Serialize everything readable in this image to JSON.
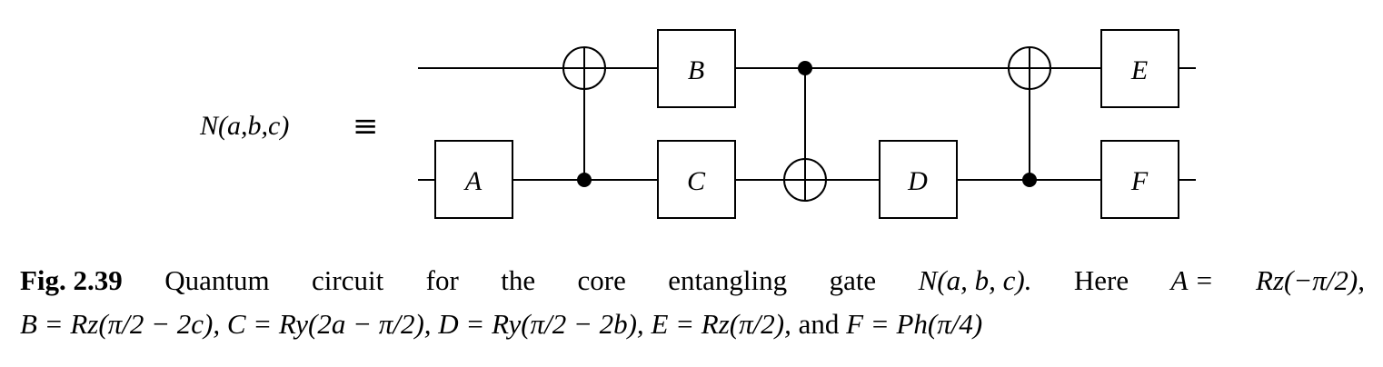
{
  "diagram": {
    "lhs_label": "N(a,b,c)",
    "equiv_symbol": "≡",
    "gates": {
      "A": "A",
      "B": "B",
      "C": "C",
      "D": "D",
      "E": "E",
      "F": "F"
    }
  },
  "caption": {
    "fig_label": "Fig. 2.39",
    "line1_words": [
      "Quantum",
      "circuit",
      "for",
      "the",
      "core",
      "entangling",
      "gate"
    ],
    "gate_expr": "N(a, b, c).",
    "here": "Here",
    "A_eq": "A =",
    "A_value": "Rz(−π/2),",
    "B_def": "B = Rz(π/2 − 2c),",
    "C_def": "C = Ry(2a − π/2),",
    "D_def": "D = Ry(π/2 − 2b),",
    "E_def": "E = Rz(π/2),",
    "and_word": "and",
    "F_def": "F = Ph(π/4)"
  }
}
